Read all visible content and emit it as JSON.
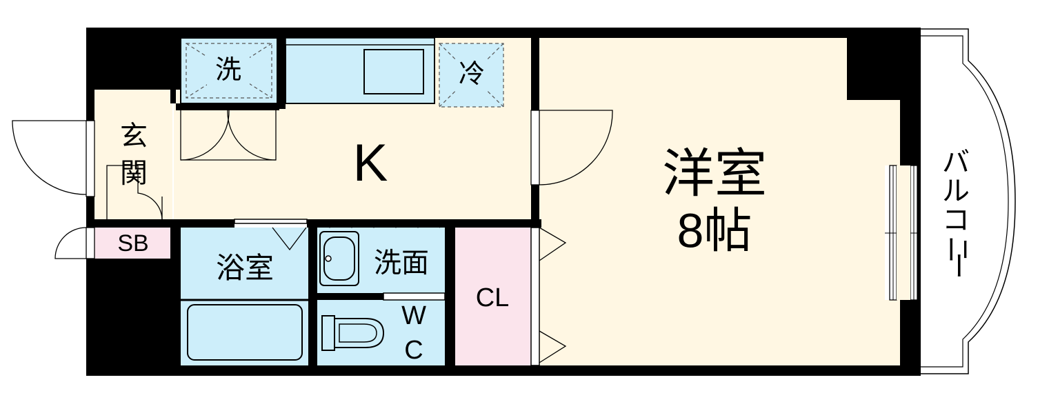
{
  "rooms": {
    "washer": "洗",
    "fridge": "冷",
    "kitchen": "K",
    "entrance_1": "玄",
    "entrance_2": "関",
    "shoebox": "SB",
    "bath": "浴室",
    "washroom": "洗面",
    "wc_1": "W",
    "wc_2": "C",
    "closet": "CL",
    "western_room_1": "洋室",
    "western_room_2": "8帖",
    "balcony_1": "バ",
    "balcony_2": "ル",
    "balcony_3": "コ",
    "balcony_4": "ニ",
    "balcony_5": "ー"
  },
  "colors": {
    "wall": "#000000",
    "room_floor": "#fff7e3",
    "wet_area": "#cdeefa",
    "closet": "#fbe4ec",
    "outline": "#000000"
  }
}
